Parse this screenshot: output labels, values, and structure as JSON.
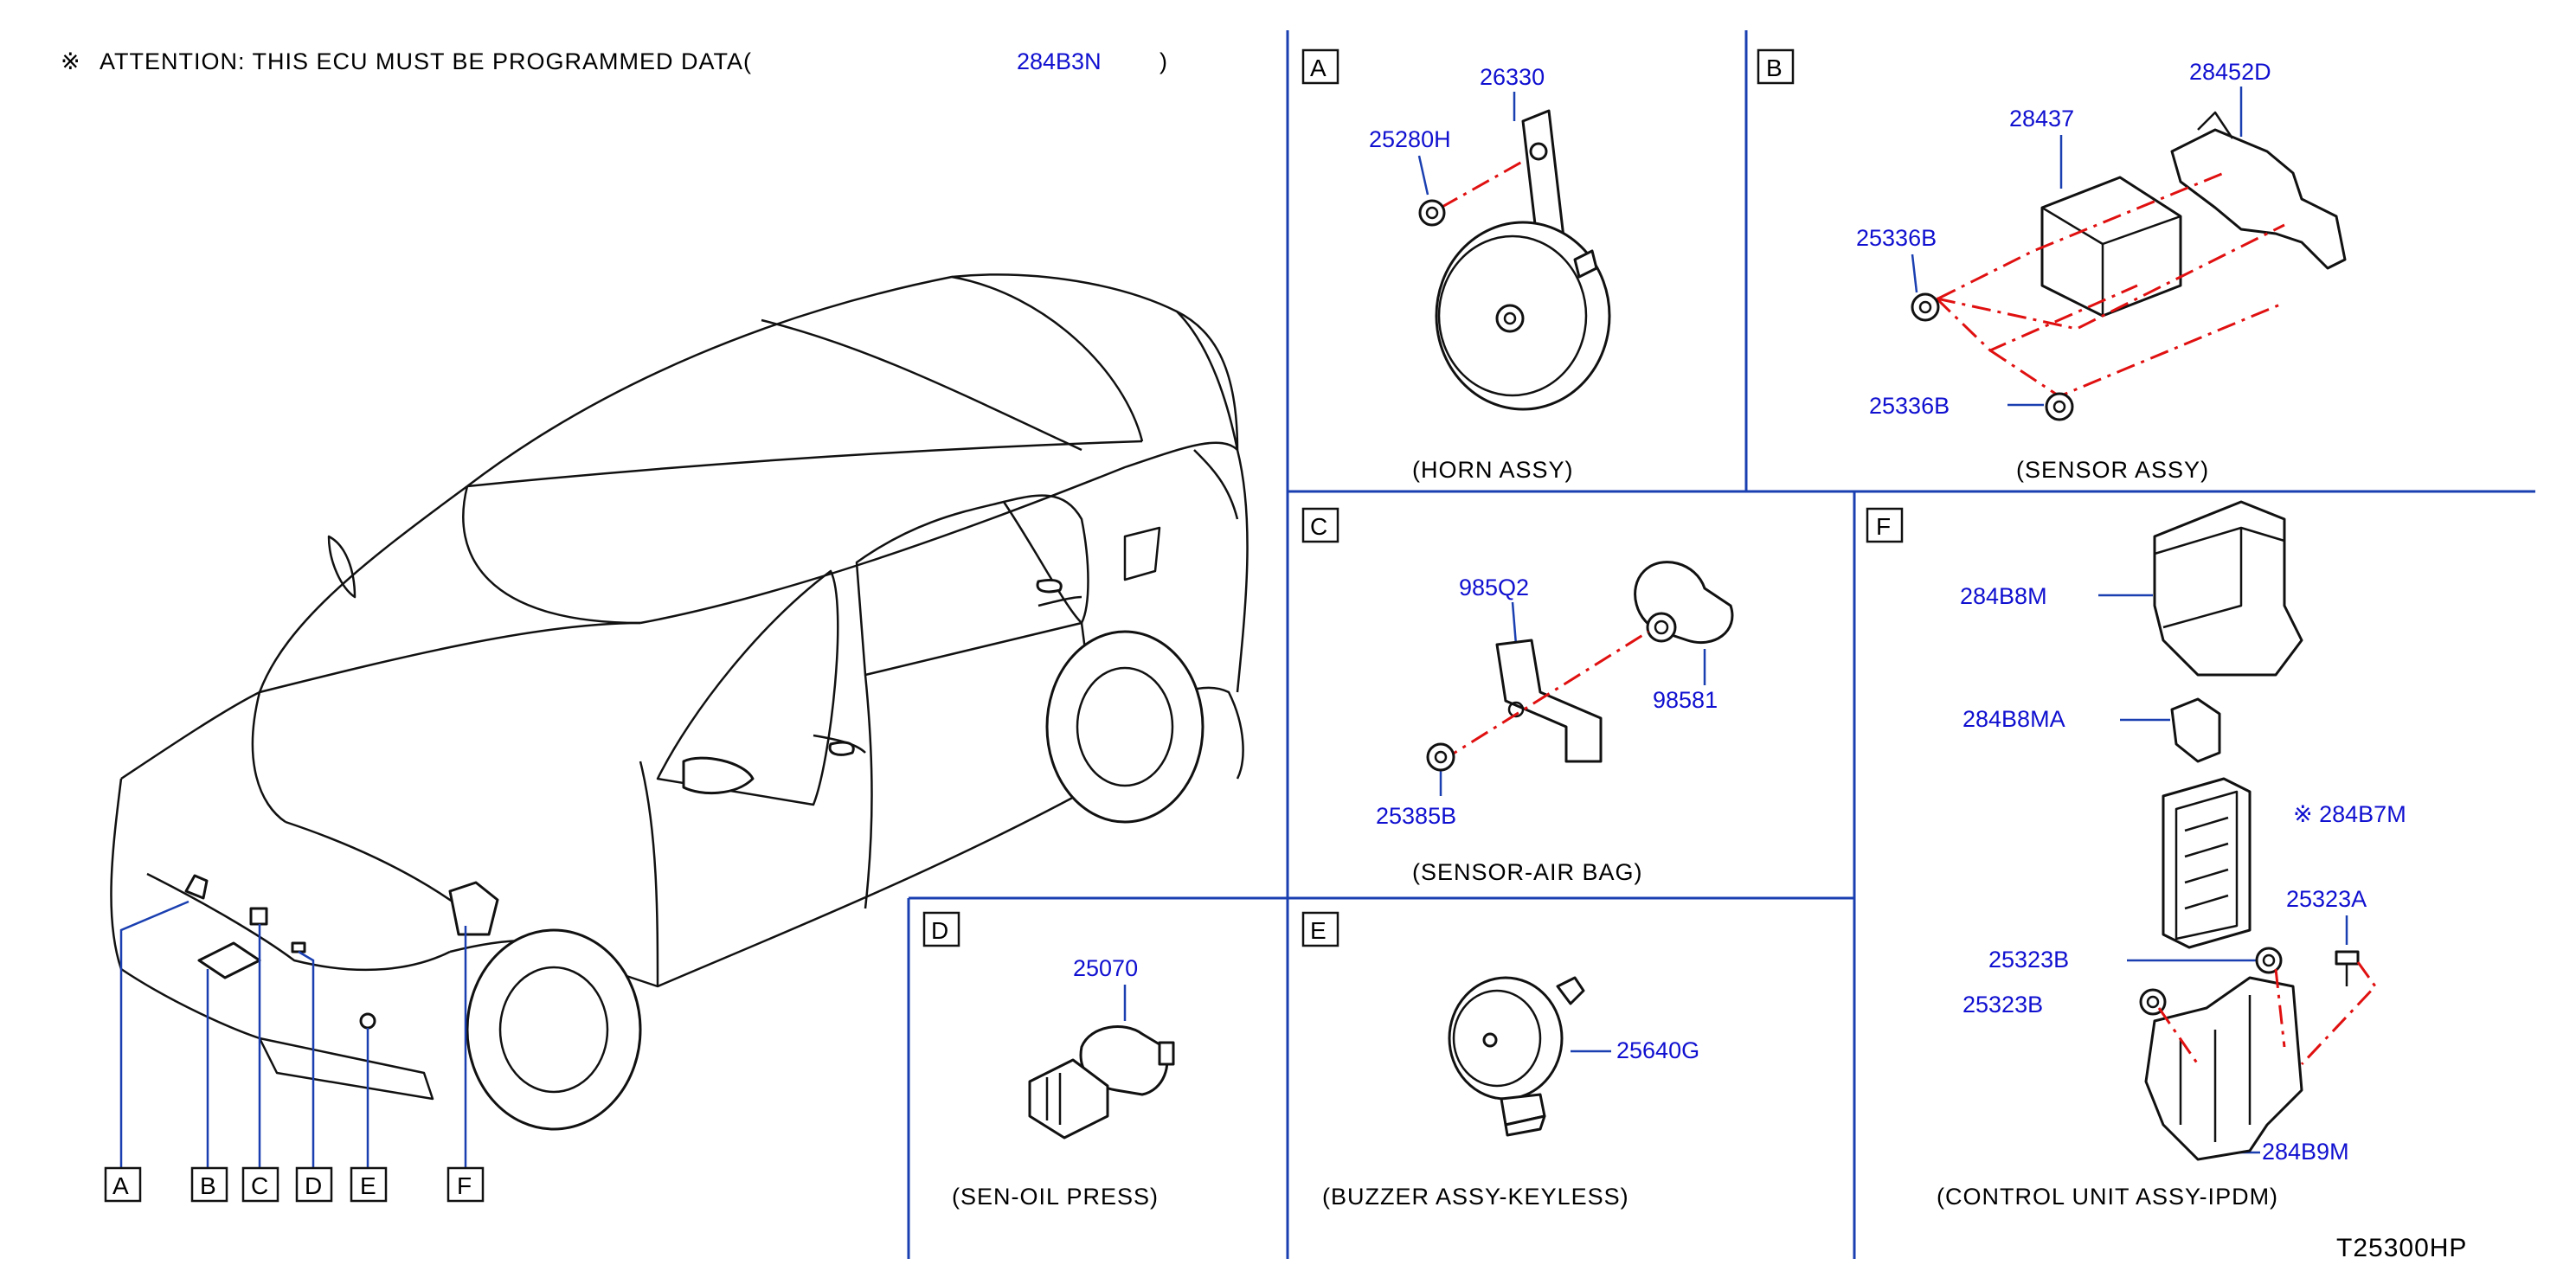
{
  "attention": {
    "mark": "※",
    "text": "ATTENTION:  THIS  ECU  MUST  BE  PROGRAMMED  DATA(",
    "part": "284B3N",
    "close": ")"
  },
  "figure_code": "T25300HP",
  "car_callouts": [
    "A",
    "B",
    "C",
    "D",
    "E",
    "F"
  ],
  "panels": {
    "A": {
      "letter": "A",
      "caption": "(HORN   ASSY)",
      "parts": [
        "26330",
        "25280H"
      ]
    },
    "B": {
      "letter": "B",
      "caption": "(SENSOR   ASSY)",
      "parts": [
        "28452D",
        "28437",
        "25336B",
        "25336B"
      ]
    },
    "C": {
      "letter": "C",
      "caption": "(SENSOR-AIR   BAG)",
      "parts": [
        "985Q2",
        "98581",
        "25385B"
      ]
    },
    "D": {
      "letter": "D",
      "caption": "(SEN-OIL   PRESS)",
      "parts": [
        "25070"
      ]
    },
    "E": {
      "letter": "E",
      "caption": "(BUZZER   ASSY-KEYLESS)",
      "parts": [
        "25640G"
      ]
    },
    "F": {
      "letter": "F",
      "caption": "(CONTROL   UNIT   ASSY-IPDM)",
      "parts": [
        "284B8M",
        "284B8MA",
        "※ 284B7M",
        "25323A",
        "25323B",
        "25323B",
        "284B9M"
      ]
    }
  },
  "colors": {
    "part_number": "#1010d0",
    "frame": "#1a3fb0",
    "assembly_line": "#e01010",
    "ink": "#111111"
  }
}
